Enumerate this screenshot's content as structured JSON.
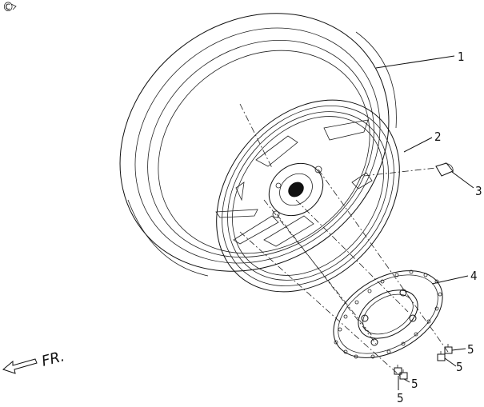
{
  "watermark": "©",
  "direction": {
    "label": "FR."
  },
  "callouts": [
    {
      "id": "1",
      "part": "tire"
    },
    {
      "id": "2",
      "part": "wheel-rim"
    },
    {
      "id": "3",
      "part": "valve"
    },
    {
      "id": "4",
      "part": "brake-disc"
    },
    {
      "id": "5",
      "part": "bolt"
    }
  ]
}
